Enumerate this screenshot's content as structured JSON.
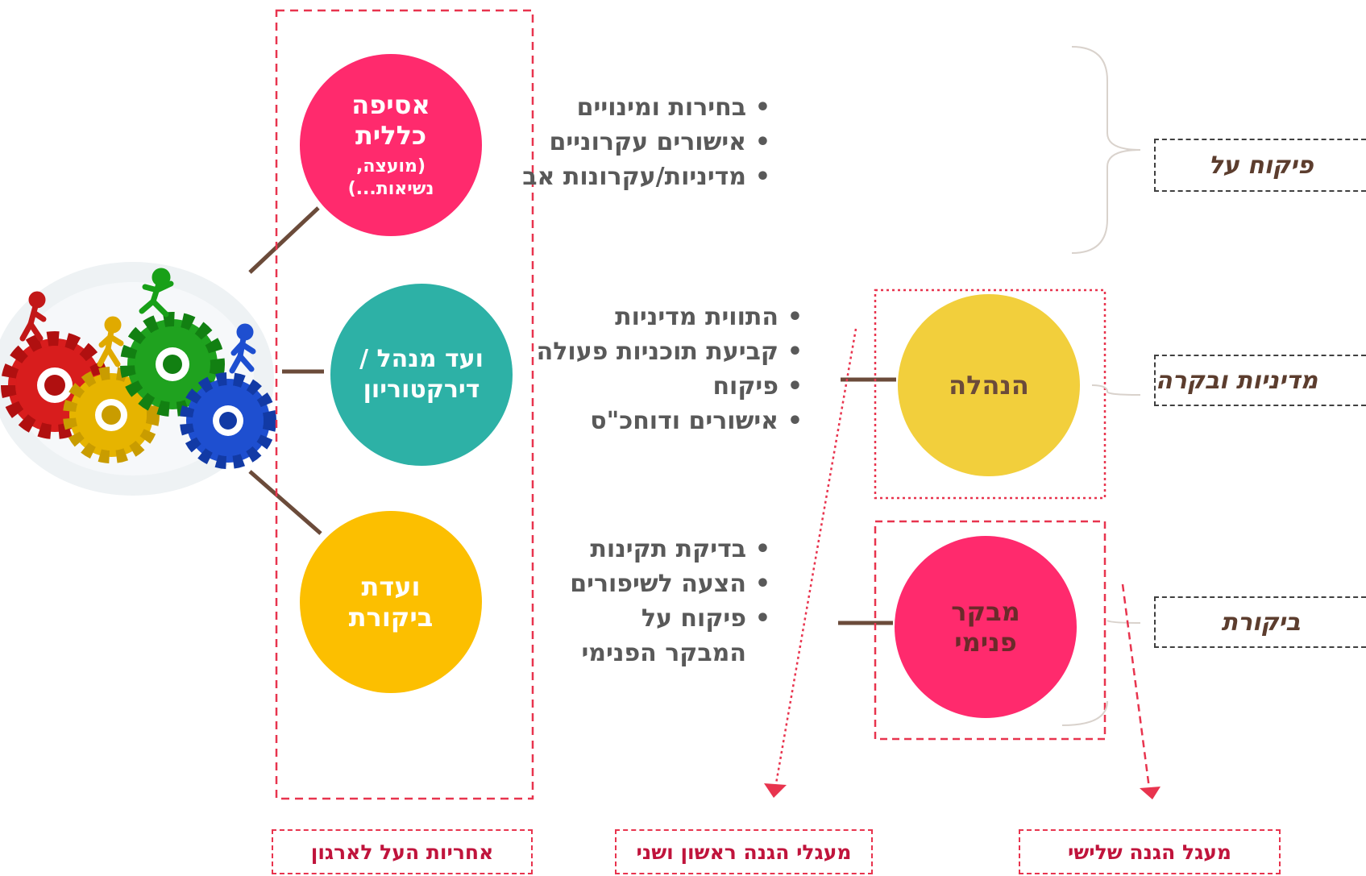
{
  "colors": {
    "pink": "#ff2a6d",
    "teal": "#2db1a6",
    "amber": "#fcbf00",
    "yellow": "#f2cf3c",
    "red_dashed": "#e8344e",
    "connector": "#6b4b3a",
    "text_gray": "#595959"
  },
  "circles": {
    "assembly": {
      "title": "אסיפה כללית",
      "sub": "(מועצה, נשיאות...)"
    },
    "board": {
      "title": "ועד מנהל / דירקטוריון"
    },
    "audit_committee": {
      "title": "ועדת ביקורת"
    },
    "management": {
      "title": "הנהלה"
    },
    "internal_auditor": {
      "title": "מבקר פנימי"
    }
  },
  "bullets": {
    "assembly": [
      "בחירות ומינויים",
      "אישורים עקרוניים",
      "מדיניות/עקרונות אב"
    ],
    "board": [
      "התווית מדיניות",
      "קביעת תוכניות פעולה",
      "פיקוח",
      "אישורים ודוחכ\"ס"
    ],
    "audit": [
      "בדיקת תקינות",
      "הצעה לשיפורים",
      "פיקוח על המבקר הפנימי"
    ]
  },
  "right_labels": {
    "oversight": "פיקוח על",
    "policy": "מדיניות ובקרה",
    "audit": "ביקורת"
  },
  "bottom_labels": {
    "overall": "אחריות העל לארגון",
    "first_second": "מעגלי הגנה ראשון ושני",
    "third": "מעגל הגנה שלישי"
  },
  "gears_image": {
    "icons": [
      "gear-red-icon",
      "gear-yellow-icon",
      "gear-green-icon",
      "gear-blue-icon",
      "runner-icon"
    ]
  }
}
